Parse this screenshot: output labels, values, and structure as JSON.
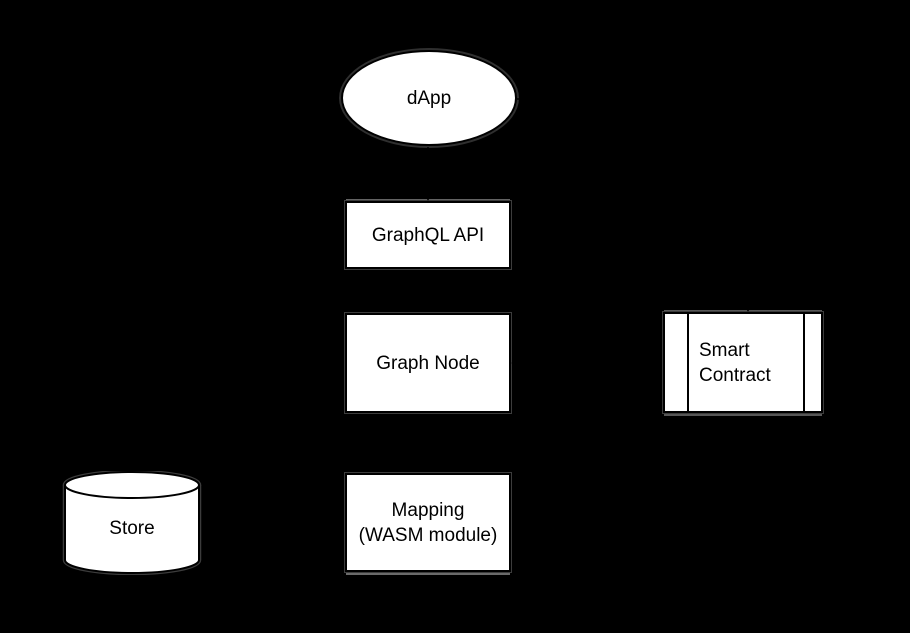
{
  "diagram": {
    "background_color": "#000000",
    "node_fill_color": "#ffffff",
    "node_border_color": "#000000",
    "text_color": "#000000",
    "nodes": {
      "dapp": {
        "label": "dApp",
        "shape": "ellipse"
      },
      "graphql_api": {
        "label": "GraphQL API",
        "shape": "rectangle"
      },
      "graph_node": {
        "label": "Graph Node",
        "shape": "rectangle"
      },
      "smart_contract": {
        "label": "Smart\nContract",
        "shape": "process-rectangle"
      },
      "mapping": {
        "label": "Mapping\n(WASM module)",
        "shape": "rectangle"
      },
      "store": {
        "label": "Store",
        "shape": "cylinder"
      }
    },
    "edges": [
      {
        "name": "edge-dapp-to-graphql-api",
        "from": "dapp",
        "to": "graphql_api"
      },
      {
        "name": "edge-graphql-api-to-graph-node",
        "from": "graphql_api",
        "to": "graph_node"
      },
      {
        "name": "edge-graph-node-to-mapping",
        "from": "graph_node",
        "to": "mapping"
      },
      {
        "name": "edge-mapping-to-store",
        "from": "mapping",
        "to": "store"
      },
      {
        "name": "edge-store-to-graph-node",
        "from": "store",
        "to": "graph_node"
      },
      {
        "name": "edge-smart-contract-to-graph-node",
        "from": "smart_contract",
        "to": "graph_node"
      },
      {
        "name": "edge-dapp-to-smart-contract",
        "from": "dapp",
        "to": "smart_contract"
      }
    ]
  }
}
